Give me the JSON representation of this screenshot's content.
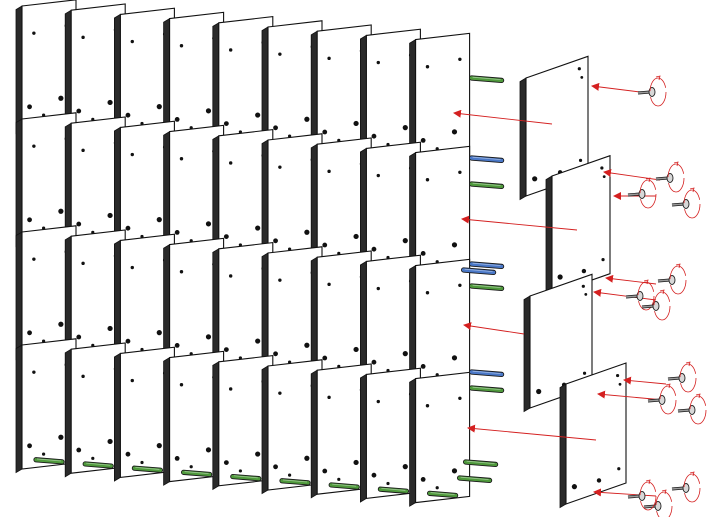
{
  "figure": {
    "kind": "exploded assembly diagram",
    "grid_columns": 9,
    "grid_rows": 4,
    "detached_panels": 4,
    "screws": 13
  },
  "colors": {
    "background": "#ffffff",
    "panel_face": "#ffffff",
    "panel_outline": "#111111",
    "panel_edge": "#2a2a2a",
    "hole": "#111111",
    "blue_rod": "#4a78c8",
    "green_rod": "#4f9a3c",
    "arrow": "#d42020",
    "screw": "#555555"
  },
  "icons": {
    "panel": "panel-plate-icon",
    "rod": "connector-rod-icon",
    "screw": "screw-icon",
    "arrow": "assembly-arrow-icon",
    "rotation": "rotation-arrow-icon"
  }
}
